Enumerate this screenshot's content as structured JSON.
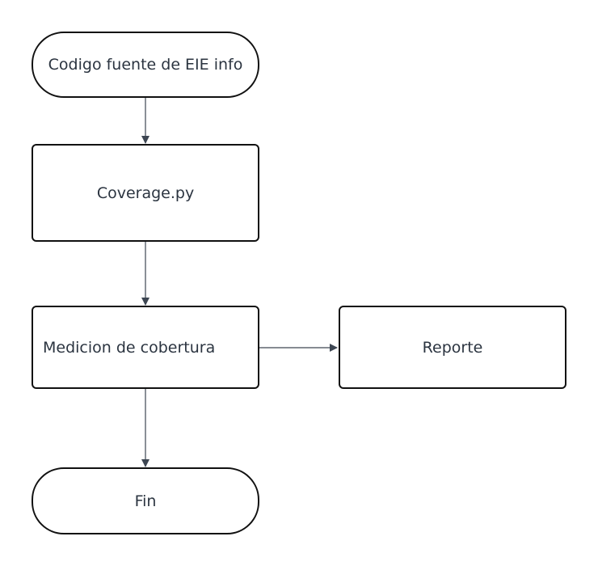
{
  "diagram": {
    "type": "flowchart",
    "nodes": {
      "start": {
        "label": "Codigo fuente de EIE info",
        "shape": "terminal"
      },
      "coverage": {
        "label": "Coverage.py",
        "shape": "process"
      },
      "medicion": {
        "label": "Medicion de cobertura",
        "shape": "process"
      },
      "reporte": {
        "label": "Reporte",
        "shape": "process"
      },
      "fin": {
        "label": "Fin",
        "shape": "terminal"
      }
    },
    "edges": [
      {
        "from": "start",
        "to": "coverage"
      },
      {
        "from": "coverage",
        "to": "medicion"
      },
      {
        "from": "medicion",
        "to": "reporte"
      },
      {
        "from": "medicion",
        "to": "fin"
      }
    ],
    "colors": {
      "border": "#111111",
      "text": "#2b3440",
      "connector": "#3d4652"
    }
  }
}
